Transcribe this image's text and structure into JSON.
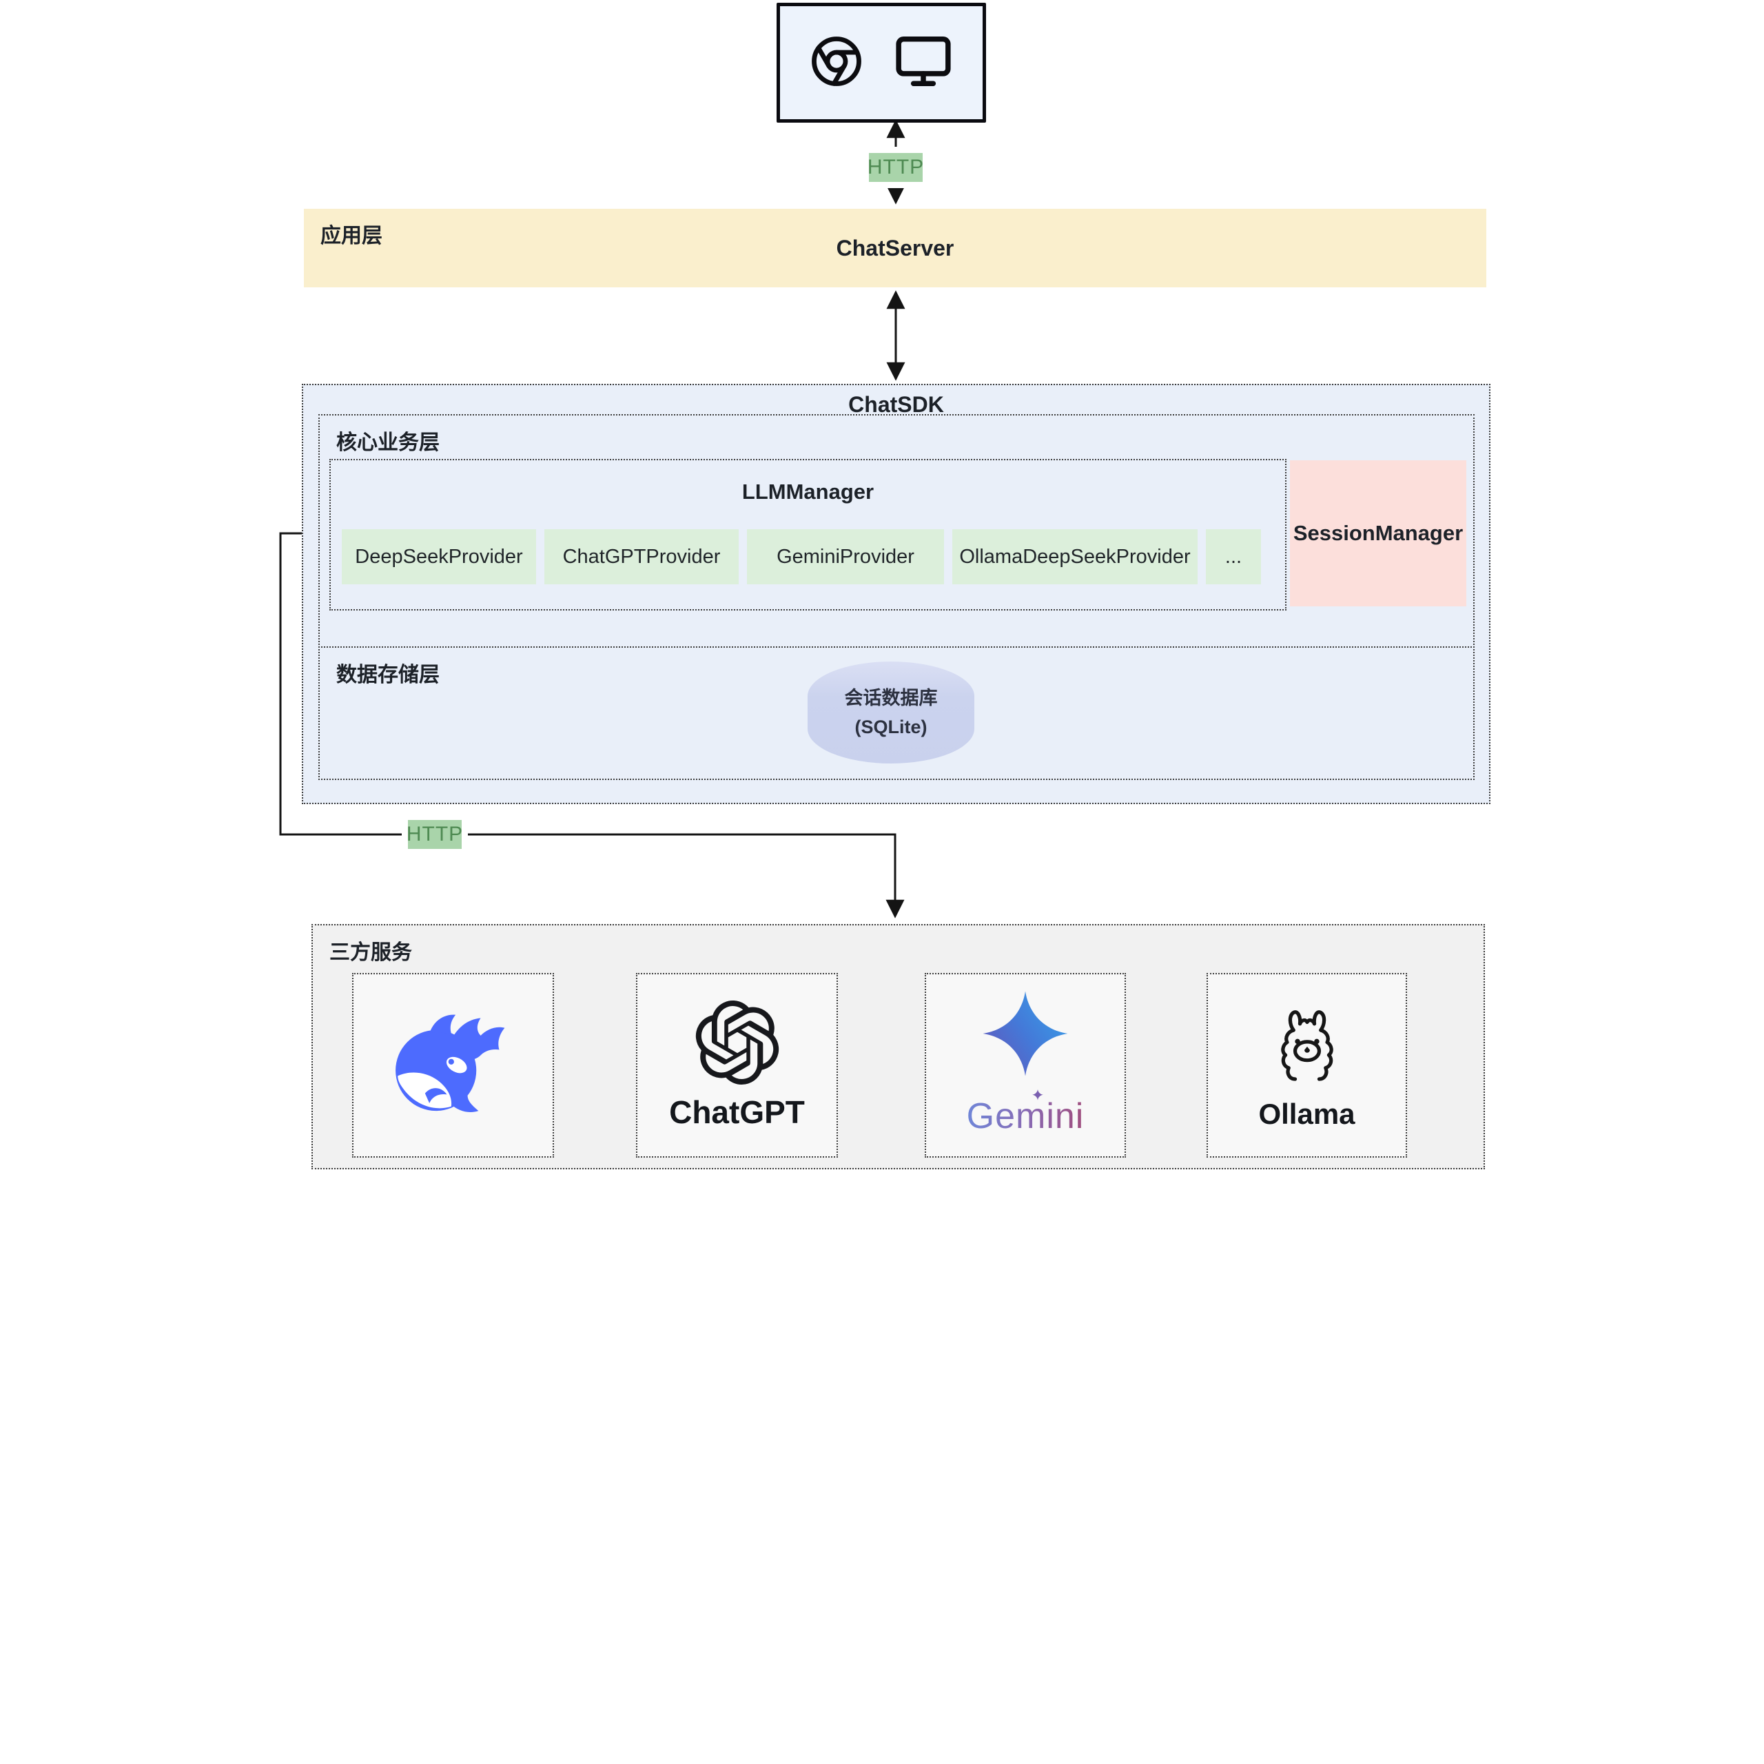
{
  "client": {
    "icons": [
      "chrome-icon",
      "monitor-icon"
    ]
  },
  "edges": {
    "http_top_label": "HTTP",
    "http_side_label": "HTTP"
  },
  "app_layer": {
    "label": "应用层",
    "node": "ChatServer"
  },
  "chatsdk": {
    "title": "ChatSDK",
    "core_layer": {
      "label": "核心业务层",
      "llm_manager": {
        "title": "LLMManager",
        "providers": [
          "DeepSeekProvider",
          "ChatGPTProvider",
          "GeminiProvider",
          "OllamaDeepSeekProvider",
          "..."
        ]
      },
      "session_manager": "SessionManager"
    },
    "storage_layer": {
      "label": "数据存储层",
      "database": {
        "line1": "会话数据库",
        "line2": "(SQLite)"
      }
    }
  },
  "third_party": {
    "label": "三方服务",
    "services": [
      {
        "name": "deepseek",
        "wordmark": ""
      },
      {
        "name": "chatgpt",
        "wordmark": "ChatGPT"
      },
      {
        "name": "gemini",
        "wordmark": "Gemini"
      },
      {
        "name": "ollama",
        "wordmark": "Ollama"
      }
    ]
  },
  "colors": {
    "app_layer_bg": "#faefcd",
    "chatsdk_bg": "#e9eff9",
    "provider_bg": "#dcefdb",
    "session_manager_bg": "#fcdfdb",
    "database_bg": "#cbd3ee",
    "http_badge_bg": "#a9d4aa",
    "http_badge_text": "#4e8a52",
    "third_party_bg": "#f1f1f1",
    "deepseek_blue": "#4d6bfe",
    "gemini_gradient": [
      "#6456ba",
      "#4479d8",
      "#37a0e8"
    ],
    "line_color": "#141414"
  }
}
